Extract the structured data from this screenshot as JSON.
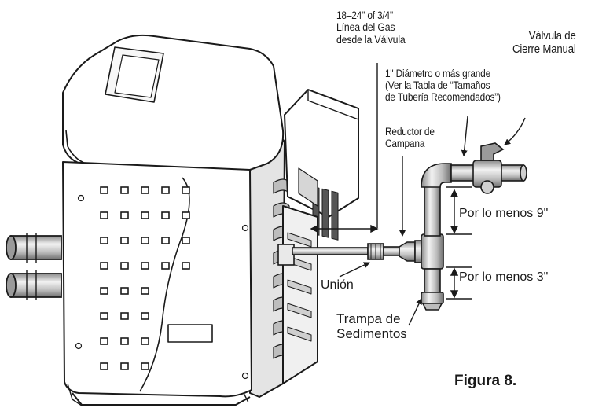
{
  "labels": {
    "gas_line_1": "18–24\" of 3/4\"",
    "gas_line_2": "Línea del Gas",
    "gas_line_3": "desde la Válvula",
    "shutoff_valve_1": "Válvula de",
    "shutoff_valve_2": "Cierre Manual",
    "pipe_size_1": "1\" Diámetro o más grande",
    "pipe_size_2": "(Ver la Tabla de “Tamaños",
    "pipe_size_3": "de Tubería Recomendados”)",
    "reducer_1": "Reductor de",
    "reducer_2": "Campana",
    "min_9": "Por lo menos 9\"",
    "min_3": "Por lo menos 3\"",
    "union": "Unión",
    "trap_1": "Trampa de",
    "trap_2": "Sedimentos",
    "figure": "Figura 8."
  },
  "colors": {
    "line": "#1a1a1a",
    "body": "#ffffff",
    "shade": "#cfcfcf",
    "dark": "#7a7a7a"
  }
}
